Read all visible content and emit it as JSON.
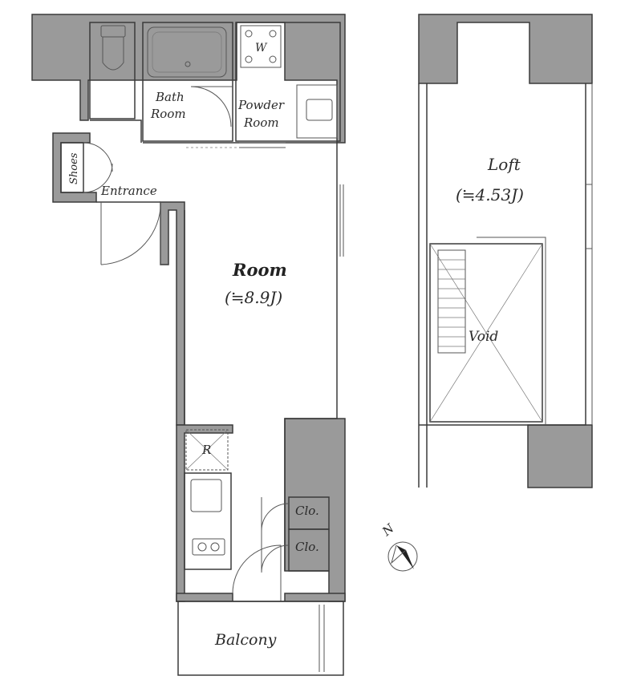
{
  "floor_plan": {
    "labels": {
      "bath": [
        "Bath",
        "Room"
      ],
      "powder": [
        "Powder",
        "Room"
      ],
      "washer": "W",
      "shoes": "Shoes",
      "entrance": "Entrance",
      "room_title": "Room",
      "room_size": "(≒8.9J)",
      "fridge": "R",
      "closet_1": "Clo.",
      "closet_2": "Clo.",
      "balcony": "Balcony",
      "loft_title": "Loft",
      "loft_size": "(≒4.53J)",
      "void": "Void",
      "compass": "N"
    }
  }
}
